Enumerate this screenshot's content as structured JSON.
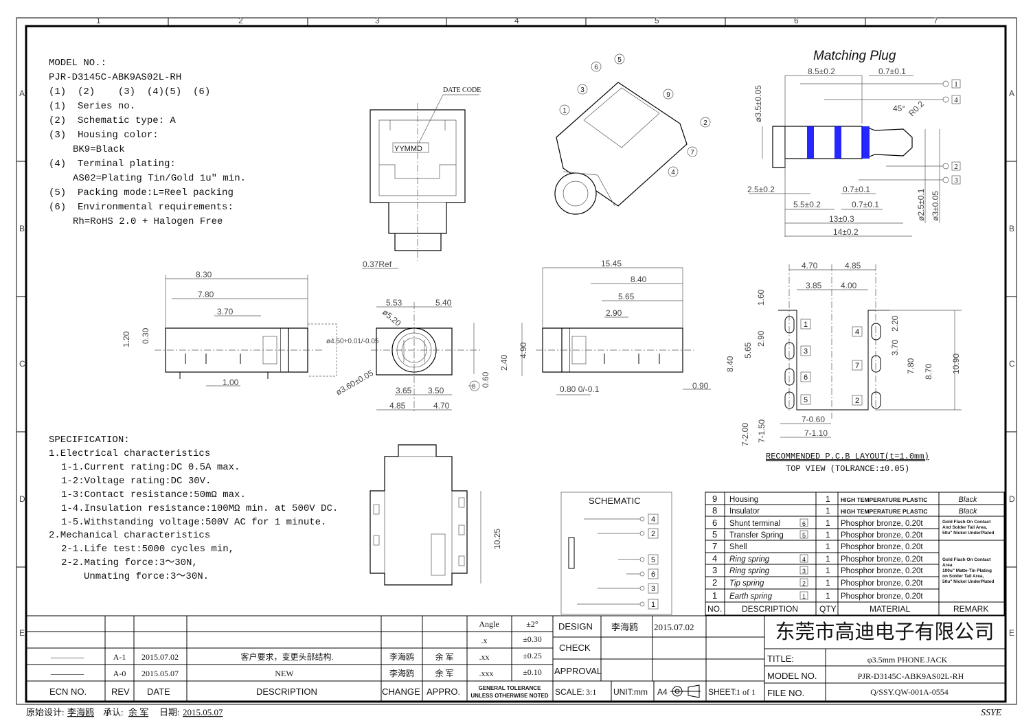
{
  "grid": {
    "columns": [
      "1",
      "2",
      "3",
      "4",
      "5",
      "6",
      "7"
    ],
    "rows": [
      "A",
      "B",
      "C",
      "D",
      "E"
    ]
  },
  "model_block": {
    "lines": [
      "MODEL NO.:",
      "PJR-D3145C-ABK9AS02L-RH",
      "(1)  (2)    (3)  (4)(5)  (6)",
      "(1)  Series no.",
      "(2)  Schematic type: A",
      "(3)  Housing color:",
      "BK9=Black",
      "(4)  Terminal plating:",
      "AS02=Plating Tin/Gold 1u″ min.",
      "(5)  Packing mode:L=Reel packing",
      "(6)  Environmental requirements:",
      "Rh=RoHS 2.0 + Halogen Free"
    ]
  },
  "spec": {
    "lines": [
      "SPECIFICATION:",
      "1.Electrical characteristics",
      "1-1.Current rating:DC 0.5A max.",
      "1-2:Voltage rating:DC 30V.",
      "1-3:Contact resistance:50mΩ  max.",
      "1-4.Insulation resistance:100MΩ  min.  at 500V DC.",
      "1-5.Withstanding voltage:500V AC for 1 minute.",
      "2.Mechanical characteristics",
      "2-1.Life test:5000 cycles min,",
      "2-2.Mating force:3～30N,",
      "Unmating force:3～30N."
    ]
  },
  "front_view": {
    "date_code": "DATE CODE",
    "date_stamp": "YYMMD",
    "dims": [
      "0.37Ref"
    ]
  },
  "iso_view": {
    "callouts": [
      "1",
      "2",
      "3",
      "4",
      "5",
      "6",
      "7",
      "9"
    ]
  },
  "matching_plug": {
    "title": "Matching Plug",
    "dims": [
      "8.5±0.2",
      "0.7±0.1",
      "ø3.5±0.05",
      "45°",
      "R0.2",
      "2.5±0.2",
      "0.7±0.1",
      "5.5±0.2",
      "0.7±0.1",
      "13±0.3",
      "14±0.2",
      "ø2.5±0.1",
      "ø3±0.05"
    ],
    "callouts": [
      "1",
      "4",
      "2",
      "3"
    ],
    "band_color": "#0000ff"
  },
  "side_view": {
    "dims": [
      "8.30",
      "7.80",
      "3.70",
      "1.20",
      "0.30",
      "1.00"
    ]
  },
  "end_view": {
    "dims": [
      "5.53",
      "5.40",
      "ø5.20",
      "ø4.50+0.01/-0.05",
      "ø3.60±0.05",
      "3.65",
      "3.50",
      "4.85",
      "4.70",
      "2.40",
      "4.90",
      "0.60",
      "8"
    ]
  },
  "right_view": {
    "dims": [
      "15.45",
      "8.40",
      "5.65",
      "2.90",
      "0.80 0/-0.1",
      "0.90"
    ]
  },
  "bottom_view": {
    "dims": [
      "10.25"
    ]
  },
  "pcb_layout": {
    "dims": [
      "4.70",
      "4.85",
      "3.85",
      "4.00",
      "1.60",
      "2.90",
      "5.65",
      "8.40",
      "2.20",
      "3.70",
      "7.80",
      "8.70",
      "10.90",
      "7-0.60",
      "7-1.10",
      "7-2.00",
      "7-1.50"
    ],
    "pins_left": [
      "1",
      "3",
      "6",
      "5"
    ],
    "pins_right": [
      "4",
      "7",
      "2"
    ],
    "caption": "RECOMMENDED P.C.B LAYOUT(t=1.0mm)",
    "subcaption": "TOP VIEW (TOLRANCE:±0.05)"
  },
  "schematic": {
    "title": "SCHEMATIC",
    "pins": [
      "4",
      "2",
      "5",
      "6",
      "3",
      "1"
    ]
  },
  "bom": {
    "headers": [
      "NO.",
      "DESCRIPTION",
      "QTY",
      "MATERIAL",
      "REMARK"
    ],
    "rows": [
      {
        "no": "9",
        "desc": "Housing",
        "tag": "",
        "qty": "1",
        "material": "HIGH TEMPERATURE PLASTIC"
      },
      {
        "no": "8",
        "desc": "Insulator",
        "tag": "",
        "qty": "1",
        "material": "HIGH TEMPERATURE PLASTIC"
      },
      {
        "no": "6",
        "desc": "Shunt terminal",
        "tag": "6",
        "qty": "1",
        "material": "Phosphor bronze, 0.20t"
      },
      {
        "no": "5",
        "desc": "Transfer Spring",
        "tag": "5",
        "qty": "1",
        "material": "Phosphor bronze, 0.20t"
      },
      {
        "no": "7",
        "desc": "Shell",
        "tag": "",
        "qty": "1",
        "material": "Phosphor bronze, 0.20t"
      },
      {
        "no": "4",
        "desc": "Ring spring",
        "tag": "4",
        "qty": "1",
        "material": "Phosphor bronze, 0.20t"
      },
      {
        "no": "3",
        "desc": "Ring spring",
        "tag": "3",
        "qty": "1",
        "material": "Phosphor bronze, 0.20t"
      },
      {
        "no": "2",
        "desc": "Tip spring",
        "tag": "2",
        "qty": "1",
        "material": "Phosphor bronze, 0.20t"
      },
      {
        "no": "1",
        "desc": "Earth spring",
        "tag": "1",
        "qty": "1",
        "material": "Phosphor bronze, 0.20t"
      }
    ],
    "remarks": {
      "r9": "Black",
      "r8": "Black",
      "r65a": "Gold Flash On Contact",
      "r65b": "And Solder Tail Area,",
      "r65c": "50u\" Nickel UnderPlated",
      "r_a": "Gold Flash On Contact",
      "r_b": "Area",
      "r_c": "100u\" Matte-Tin Plating",
      "r_d": "on Solder Tail Area,",
      "r_e": "50u\" Nickel UnderPlated"
    }
  },
  "revisions": {
    "headers": [
      "ECN NO.",
      "REV",
      "DATE",
      "DESCRIPTION",
      "CHANGE",
      "APPRO."
    ],
    "rows": [
      {
        "ecn": "————",
        "rev": "A-1",
        "date": "2015.07.02",
        "desc": "客户要求，变更头部结构.",
        "change": "李海鸥",
        "appro": "余 军"
      },
      {
        "ecn": "————",
        "rev": "A-0",
        "date": "2015.05.07",
        "desc": "NEW",
        "change": "李海鸥",
        "appro": "余 军"
      }
    ]
  },
  "tolerance": {
    "rows": [
      [
        "Angle",
        "±2°"
      ],
      [
        ".x",
        "±0.30"
      ],
      [
        ".xx",
        "±0.25"
      ],
      [
        ".xxx",
        "±0.10"
      ]
    ],
    "label1": "GENERAL TOLERANCE",
    "label2": "UNLESS OTHERWISE NOTED"
  },
  "approval": {
    "design_label": "DESIGN",
    "designer": "李海鸥",
    "design_date": "2015.07.02",
    "check_label": "CHECK",
    "approval_label": "APPROVAL",
    "scale_label": "SCALE:",
    "scale": "3:1",
    "unit": "UNIT:mm",
    "paper": "A4",
    "sheet_label": "SHEET:",
    "sheet": "1 of 1"
  },
  "title_block": {
    "company": "东莞市高迪电子有限公司",
    "title_label": "TITLE:",
    "title": "φ3.5mm PHONE JACK",
    "model_label": "MODEL NO.",
    "model": "PJR-D3145C-ABK9AS02L-RH",
    "file_label": "FILE NO.",
    "file": "Q/SSY.QW-001A-0554"
  },
  "footer": {
    "designer_label": "原始设计:",
    "designer": "李海鸥",
    "approver_label": "承认:",
    "approver": "余 军",
    "date_label": "日期:",
    "date": "2015.05.07",
    "brand": "SSYE"
  }
}
